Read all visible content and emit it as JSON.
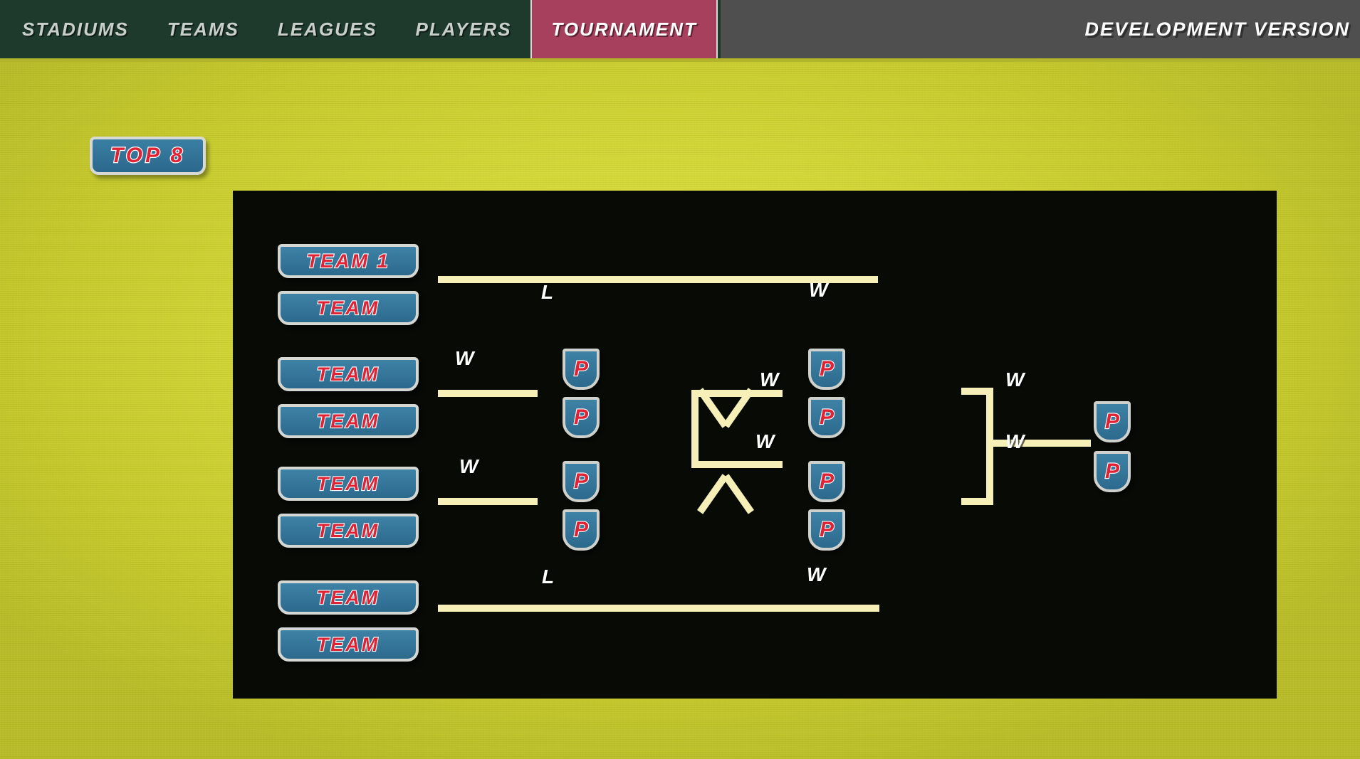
{
  "header": {
    "nav_items": [
      {
        "label": "STADIUMS",
        "active": false
      },
      {
        "label": "TEAMS",
        "active": false
      },
      {
        "label": "LEAGUES",
        "active": false
      },
      {
        "label": "PLAYERS",
        "active": false
      },
      {
        "label": "TOURNAMENT",
        "active": true
      }
    ],
    "version_label": "DEVELOPMENT VERSION"
  },
  "colors": {
    "nav_background": "#1d3a2d",
    "nav_active": "#a6405c",
    "header_right": "#4f4f4f",
    "page_background": "#d3d631",
    "panel_background": "#070a05",
    "badge_blue": "#2e7299",
    "badge_red": "#e02334",
    "connector_cream": "#f7efb8"
  },
  "badge": {
    "label": "TOP 8"
  },
  "bracket": {
    "teams": [
      {
        "id": "team-1",
        "label": "TEAM 1"
      },
      {
        "id": "team-2",
        "label": "TEAM"
      },
      {
        "id": "team-3",
        "label": "TEAM"
      },
      {
        "id": "team-4",
        "label": "TEAM"
      },
      {
        "id": "team-5",
        "label": "TEAM"
      },
      {
        "id": "team-6",
        "label": "TEAM"
      },
      {
        "id": "team-7",
        "label": "TEAM"
      },
      {
        "id": "team-8",
        "label": "TEAM"
      }
    ],
    "pending_icons": [
      {
        "id": "pending-1",
        "label": "P"
      },
      {
        "id": "pending-2",
        "label": "P"
      },
      {
        "id": "pending-3",
        "label": "P"
      },
      {
        "id": "pending-4",
        "label": "P"
      },
      {
        "id": "pending-5",
        "label": "P"
      },
      {
        "id": "pending-6",
        "label": "P"
      },
      {
        "id": "pending-7",
        "label": "P"
      },
      {
        "id": "pending-8",
        "label": "P"
      },
      {
        "id": "pending-9",
        "label": "P"
      },
      {
        "id": "pending-10",
        "label": "P"
      }
    ],
    "result_markers": [
      {
        "id": "marker-top-loser",
        "label": "L"
      },
      {
        "id": "marker-top-winner",
        "label": "W"
      },
      {
        "id": "marker-r1-upper",
        "label": "W"
      },
      {
        "id": "marker-r1-lower",
        "label": "W"
      },
      {
        "id": "marker-cross-upper",
        "label": "W"
      },
      {
        "id": "marker-cross-lower",
        "label": "W"
      },
      {
        "id": "marker-final-upper",
        "label": "W"
      },
      {
        "id": "marker-final-lower",
        "label": "W"
      },
      {
        "id": "marker-bottom-loser",
        "label": "L"
      },
      {
        "id": "marker-bottom-winner",
        "label": "W"
      }
    ]
  }
}
